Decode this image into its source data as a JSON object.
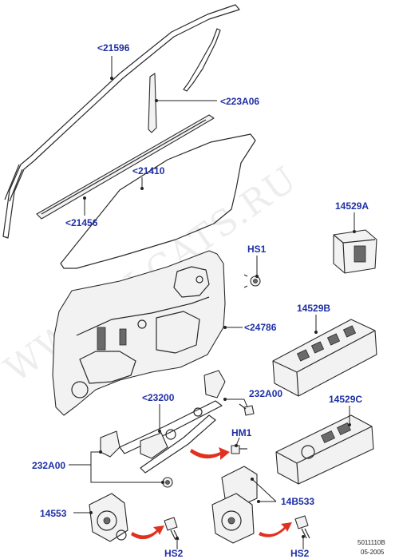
{
  "labels": {
    "glass_run": "<21596",
    "division_bar": "<223A06",
    "door_glass": "<21410",
    "belt_weatherstrip": "<21456",
    "switch_single": "14529A",
    "fastener_hs1": "HS1",
    "door_module_panel": "<24786",
    "switch_4way": "14529B",
    "regulator": "<23200",
    "bolt_232a00_right": "232A00",
    "nut_hm1": "HM1",
    "switch_2way": "14529C",
    "bolt_232a00_left": "232A00",
    "motor_left": "14553",
    "motor_right": "14B533",
    "screw_hs2_left": "HS2",
    "screw_hs2_right": "HS2"
  },
  "watermark": "WWW.ELCATS.RU",
  "reference": {
    "diagram_code": "5011110B",
    "date": "05-2005"
  },
  "colors": {
    "label": "#1f2fa6",
    "arrow": "#e03020",
    "line": "#2a2a2a"
  }
}
